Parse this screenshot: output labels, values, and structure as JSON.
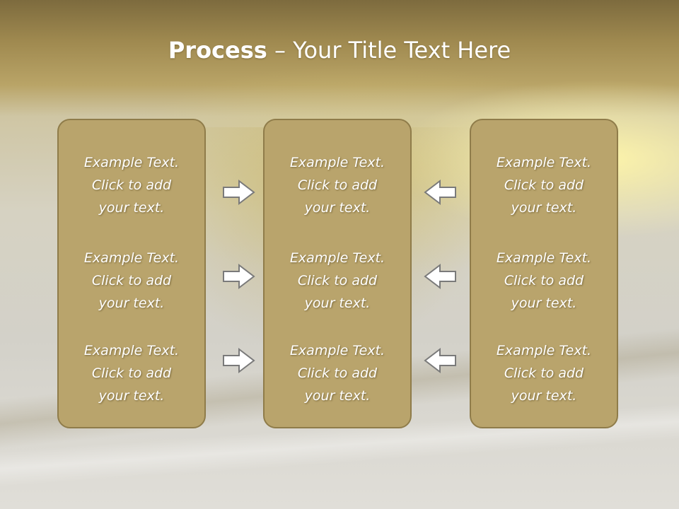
{
  "slide": {
    "title_bold": "Process",
    "title_rest": " – Your Title Text Here",
    "columns": [
      {
        "items": [
          [
            "Example Text.",
            "Click  to add",
            "your text."
          ],
          [
            "Example Text.",
            "Click  to add",
            "your text."
          ],
          [
            "Example Text.",
            "Click  to add",
            "your text."
          ]
        ]
      },
      {
        "items": [
          [
            "Example Text.",
            "Click  to add",
            "your text."
          ],
          [
            "Example Text.",
            "Click  to add",
            "your text."
          ],
          [
            "Example Text.",
            "Click  to add",
            "your text."
          ]
        ]
      },
      {
        "items": [
          [
            "Example Text.",
            "Click  to add",
            "your text."
          ],
          [
            "Example Text.",
            "Click  to add",
            "your text."
          ],
          [
            "Example Text.",
            "Click  to add",
            "your text."
          ]
        ]
      }
    ],
    "arrows": {
      "left_group_direction": "right",
      "right_group_direction": "left",
      "fill_color": "#ffffff",
      "stroke_color": "#7a7a7a"
    },
    "colors": {
      "box_fill": "#b9a46c",
      "box_border": "#8f7c4a",
      "text": "#ffffff"
    }
  }
}
